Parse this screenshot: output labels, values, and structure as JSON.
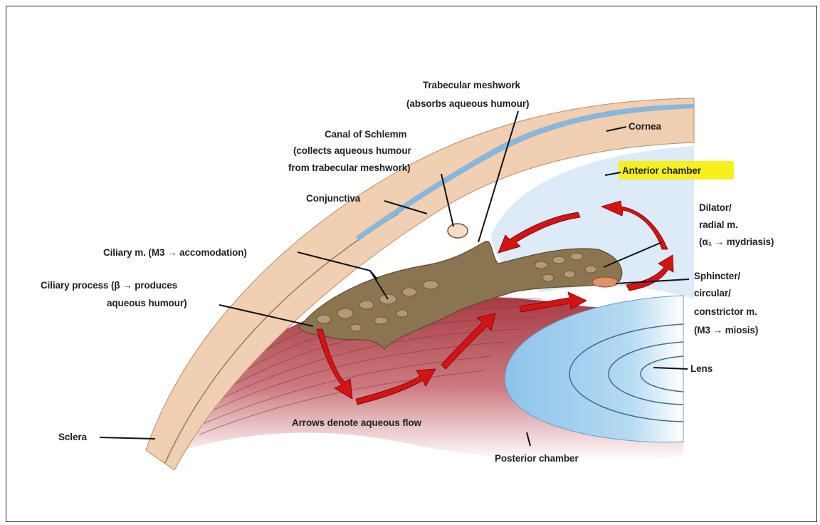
{
  "labels": {
    "trabecular_1": "Trabecular meshwork",
    "trabecular_2": "(absorbs aqueous humour)",
    "cornea": "Cornea",
    "schlemm_1": "Canal of Schlemm",
    "schlemm_2": "(collects aqueous humour",
    "schlemm_3": "from trabecular meshwork)",
    "anterior_chamber": "Anterior chamber",
    "conjunctiva": "Conjunctiva",
    "dilator_1": "Dilator/",
    "dilator_2": "radial m.",
    "dilator_3": "(α₁ → mydriasis)",
    "ciliary_m": "Ciliary m. (M3 → accomodation)",
    "ciliary_process_1": "Ciliary process (β → produces",
    "ciliary_process_2": "aqueous humour)",
    "sphincter_1": "Sphincter/",
    "sphincter_2": "circular/",
    "sphincter_3": "constrictor m.",
    "sphincter_4": "(M3 → miosis)",
    "lens": "Lens",
    "sclera": "Sclera",
    "arrows_note": "Arrows denote aqueous flow",
    "posterior_chamber": "Posterior chamber"
  },
  "colors": {
    "highlight": "#f7f01e",
    "flow_arrow": "#d11414",
    "cornea": "#f1cdb0",
    "ciliary_body": "#8b7550",
    "chamber_fluid": "#dcebf7",
    "lens": "#a9d2ef"
  }
}
